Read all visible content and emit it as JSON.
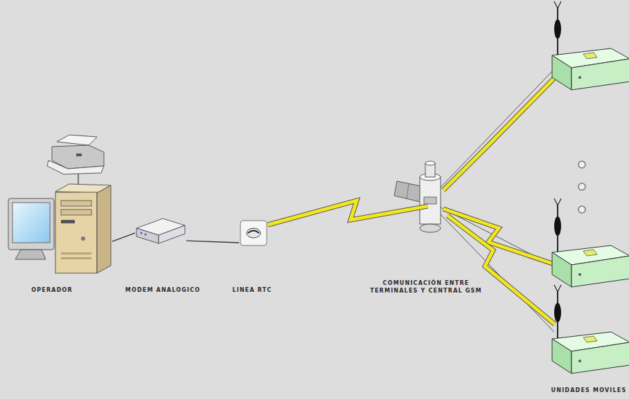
{
  "diagram": {
    "nodes": [
      {
        "text": [
          "OPERADOR"
        ]
      },
      {
        "text": [
          "MODEM ANALOGICO"
        ]
      },
      {
        "text": [
          "LINEA RTC"
        ]
      },
      {
        "text": [
          "COMUNICACIÓN ENTRE TERMINALES Y CENTRAL GSM"
        ]
      },
      {
        "text": [
          "UNIDADES MOVILES"
        ]
      }
    ],
    "edges": [
      {
        "from": 0,
        "to": 1,
        "arrow": "none"
      },
      {
        "from": 1,
        "to": 2,
        "arrow": "none"
      },
      {
        "from": 2,
        "to": 3,
        "arrow": "none"
      },
      {
        "from": 3,
        "to": 4,
        "arrow": "none"
      }
    ]
  }
}
